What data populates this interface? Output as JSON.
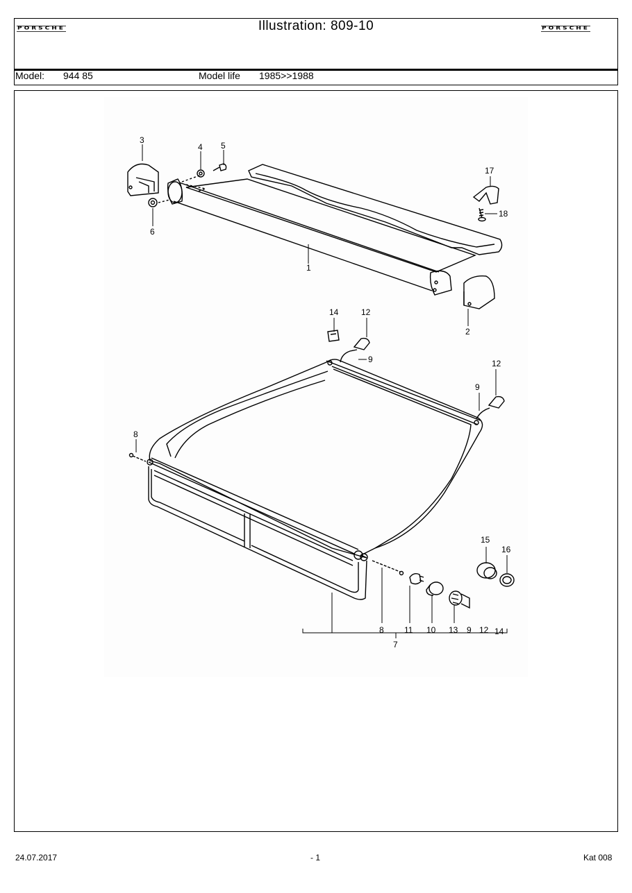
{
  "header": {
    "brand_left": "PORSCHE",
    "brand_right": "PORSCHE",
    "title": "Illustration: 809-10"
  },
  "model_bar": {
    "model_label": "Model:",
    "model_value": "944 85",
    "life_label": "Model life",
    "life_value": "1985>>1988"
  },
  "diagram": {
    "callouts": [
      "1",
      "2",
      "3",
      "4",
      "5",
      "6",
      "7",
      "8",
      "8",
      "9",
      "9",
      "9",
      "10",
      "11",
      "12",
      "12",
      "12",
      "13",
      "14",
      "14",
      "15",
      "16",
      "17",
      "18"
    ]
  },
  "footer": {
    "date": "24.07.2017",
    "page": "- 1",
    "catalog": "Kat 008"
  }
}
